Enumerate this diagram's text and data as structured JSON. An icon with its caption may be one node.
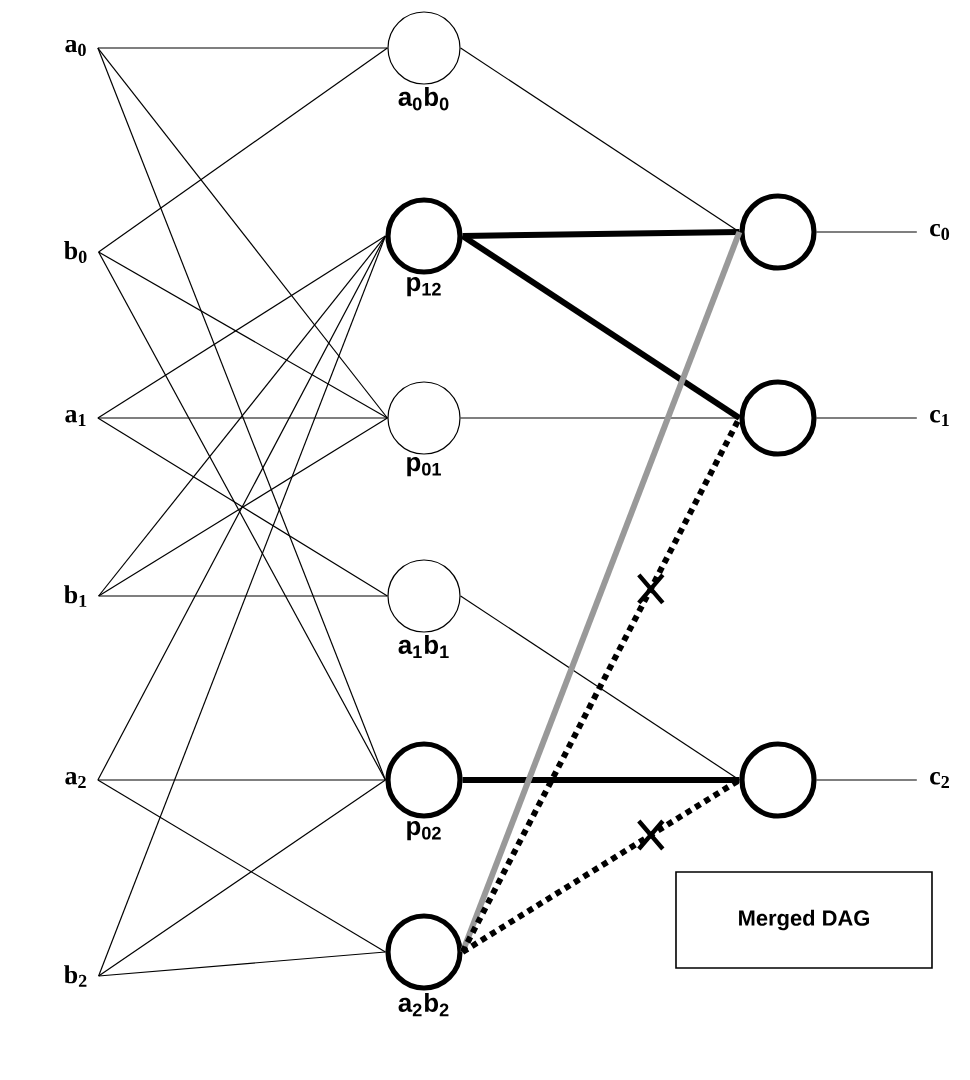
{
  "diagram": {
    "nodes": [
      {
        "text": [
          "a$_{0}$"
        ]
      },
      {
        "text": [
          "b$_{0}$"
        ]
      },
      {
        "text": [
          "a$_{1}$"
        ]
      },
      {
        "text": [
          "b$_{1}$"
        ]
      },
      {
        "text": [
          "a$_{2}$"
        ]
      },
      {
        "text": [
          "b$_{2}$"
        ]
      },
      {
        "text": [
          "a$_{0}$b$_{0}$"
        ]
      },
      {
        "text": [
          "p$_{12}$"
        ]
      },
      {
        "text": [
          "p$_{01}$"
        ]
      },
      {
        "text": [
          "a$_{1}$b$_{1}$"
        ]
      },
      {
        "text": [
          "p$_{02}$"
        ]
      },
      {
        "text": [
          "a$_{2}$b$_{2}$"
        ]
      },
      {
        "text": [],
        "shape": "circle"
      },
      {
        "text": [],
        "shape": "circle"
      },
      {
        "text": [],
        "shape": "circle"
      },
      {
        "text": [
          "c$_{0}$"
        ]
      },
      {
        "text": [
          "c$_{1}$"
        ]
      },
      {
        "text": [
          "c$_{2}$"
        ]
      },
      {
        "text": [
          "Merged DAG"
        ]
      }
    ],
    "edges": [
      {
        "from": 0,
        "to": 6,
        "arrow": "none"
      },
      {
        "from": 0,
        "to": 8,
        "arrow": "none"
      },
      {
        "from": 0,
        "to": 10,
        "arrow": "none"
      },
      {
        "from": 1,
        "to": 6,
        "arrow": "none"
      },
      {
        "from": 1,
        "to": 8,
        "arrow": "none"
      },
      {
        "from": 1,
        "to": 10,
        "arrow": "none"
      },
      {
        "from": 2,
        "to": 7,
        "arrow": "none"
      },
      {
        "from": 2,
        "to": 8,
        "arrow": "none"
      },
      {
        "from": 2,
        "to": 9,
        "arrow": "none"
      },
      {
        "from": 3,
        "to": 7,
        "arrow": "none"
      },
      {
        "from": 3,
        "to": 8,
        "arrow": "none"
      },
      {
        "from": 3,
        "to": 9,
        "arrow": "none"
      },
      {
        "from": 4,
        "to": 7,
        "arrow": "none"
      },
      {
        "from": 4,
        "to": 10,
        "arrow": "none"
      },
      {
        "from": 4,
        "to": 11,
        "arrow": "none"
      },
      {
        "from": 5,
        "to": 7,
        "arrow": "none"
      },
      {
        "from": 5,
        "to": 10,
        "arrow": "none"
      },
      {
        "from": 5,
        "to": 11,
        "arrow": "none"
      },
      {
        "from": 6,
        "to": 12,
        "arrow": "none"
      },
      {
        "from": 7,
        "to": 12,
        "arrow": "none",
        "style": "thick"
      },
      {
        "from": 7,
        "to": 13,
        "arrow": "none",
        "style": "thick"
      },
      {
        "from": 8,
        "to": 13,
        "arrow": "none"
      },
      {
        "from": 9,
        "to": 14,
        "arrow": "none"
      },
      {
        "from": 10,
        "to": 14,
        "arrow": "none",
        "style": "thick"
      },
      {
        "from": 11,
        "to": 12,
        "arrow": "none",
        "style": "thick",
        "color": "#999999"
      },
      {
        "from": 11,
        "to": 13,
        "arrow": "none",
        "style": "dashed"
      },
      {
        "from": 11,
        "to": 14,
        "arrow": "none",
        "style": "dashed"
      },
      {
        "from": 12,
        "to": 15,
        "arrow": "none"
      },
      {
        "from": 13,
        "to": 16,
        "arrow": "none"
      },
      {
        "from": 14,
        "to": 17,
        "arrow": "none"
      }
    ]
  }
}
